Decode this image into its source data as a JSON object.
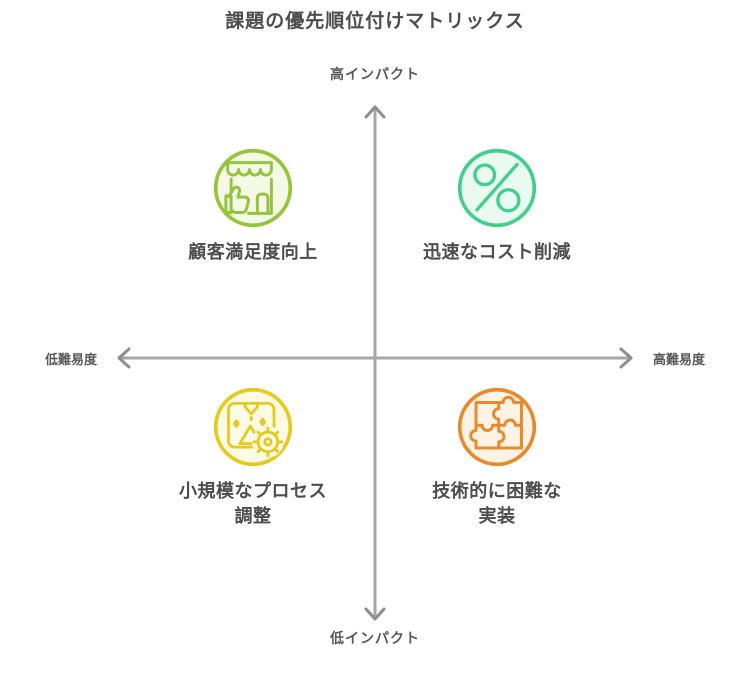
{
  "title": "課題の優先順位付けマトリックス",
  "colors": {
    "background": "#ffffff",
    "text": "#4d4d4d",
    "axis_label_text": "#585858",
    "axis_line": "#a6a6a6",
    "axis_arrow": "#8d8d8d"
  },
  "axes": {
    "top_label": "高インパクト",
    "bottom_label": "低インパクト",
    "left_label": "低難易度",
    "right_label": "高難易度"
  },
  "quadrants": [
    {
      "position": "top-left",
      "lines": [
        "顧客満足度向上"
      ],
      "icon": "storefront-thumbs-up-icon",
      "stroke": "#96c33d",
      "fill": "#f3f9e4"
    },
    {
      "position": "top-right",
      "lines": [
        "迅速なコスト削減"
      ],
      "icon": "percent-discount-icon",
      "stroke": "#42cf8c",
      "fill": "#eafaf1"
    },
    {
      "position": "bottom-left",
      "lines": [
        "小規模なプロセス",
        "調整"
      ],
      "icon": "printer-gear-icon",
      "stroke": "#e4c91f",
      "fill": "#fdfae3"
    },
    {
      "position": "bottom-right",
      "lines": [
        "技術的に困難な",
        "実装"
      ],
      "icon": "puzzle-pieces-icon",
      "stroke": "#e78a2e",
      "fill": "#fcf3e4"
    }
  ]
}
